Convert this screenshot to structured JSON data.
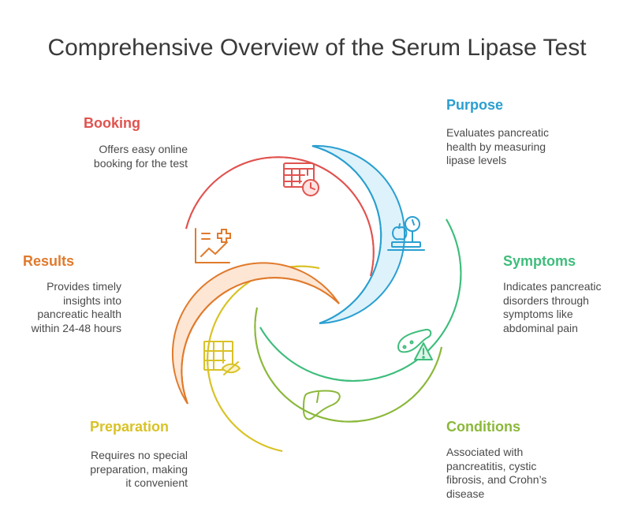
{
  "title": "Comprehensive Overview of the Serum Lipase Test",
  "segments": [
    {
      "key": "booking",
      "label": "Booking",
      "desc": "Offers easy online\nbooking for the test",
      "color": "#e0534f",
      "icon": "calendar-clock-icon"
    },
    {
      "key": "purpose",
      "label": "Purpose",
      "desc": "Evaluates pancreatic\nhealth by measuring\nlipase levels",
      "color": "#2a9fd0",
      "icon": "scale-apple-icon"
    },
    {
      "key": "symptoms",
      "label": "Symptoms",
      "desc": "Indicates pancreatic\ndisorders through\nsymptoms like\nabdominal pain",
      "color": "#3ebd7c",
      "icon": "pancreas-warning-icon"
    },
    {
      "key": "conditions",
      "label": "Conditions",
      "desc": "Associated with\npancreatitis, cystic\nfibrosis, and Crohn’s\ndisease",
      "color": "#8bb83a",
      "icon": "liver-icon"
    },
    {
      "key": "preparation",
      "label": "Preparation",
      "desc": "Requires no special\npreparation, making\nit convenient",
      "color": "#d9c226",
      "icon": "grid-hidden-icon"
    },
    {
      "key": "results",
      "label": "Results",
      "desc": "Provides timely\ninsights into\npancreatic health\nwithin 24-48 hours",
      "color": "#e07a2c",
      "icon": "chart-plus-icon"
    }
  ]
}
